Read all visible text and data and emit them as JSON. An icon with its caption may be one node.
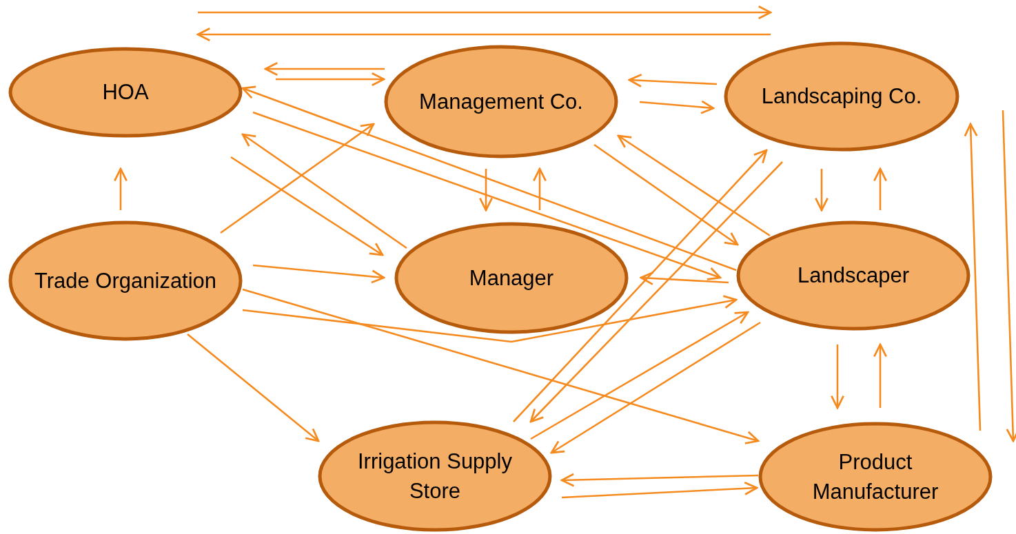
{
  "diagram": {
    "nodes": [
      {
        "text": [
          "HOA"
        ]
      },
      {
        "text": [
          "Management Co."
        ]
      },
      {
        "text": [
          "Landscaping Co."
        ]
      },
      {
        "text": [
          "Trade Organization"
        ]
      },
      {
        "text": [
          "Manager"
        ]
      },
      {
        "text": [
          "Landscaper"
        ]
      },
      {
        "text": [
          "Irrigation Supply Store"
        ]
      },
      {
        "text": [
          "Product Manufacturer"
        ]
      }
    ],
    "edges": [
      {
        "from": 0,
        "to": 2,
        "arrow": "to"
      },
      {
        "from": 2,
        "to": 0,
        "arrow": "to"
      },
      {
        "from": 1,
        "to": 0,
        "arrow": "to"
      },
      {
        "from": 0,
        "to": 1,
        "arrow": "to"
      },
      {
        "from": 2,
        "to": 1,
        "arrow": "to"
      },
      {
        "from": 1,
        "to": 2,
        "arrow": "to"
      },
      {
        "from": 5,
        "to": 0,
        "arrow": "to"
      },
      {
        "from": 0,
        "to": 5,
        "arrow": "to"
      },
      {
        "from": 4,
        "to": 0,
        "arrow": "to"
      },
      {
        "from": 0,
        "to": 4,
        "arrow": "to"
      },
      {
        "from": 3,
        "to": 0,
        "arrow": "to"
      },
      {
        "from": 3,
        "to": 1,
        "arrow": "to"
      },
      {
        "from": 3,
        "to": 4,
        "arrow": "to"
      },
      {
        "from": 3,
        "to": 5,
        "arrow": "to"
      },
      {
        "from": 3,
        "to": 7,
        "arrow": "to"
      },
      {
        "from": 3,
        "to": 6,
        "arrow": "to"
      },
      {
        "from": 1,
        "to": 4,
        "arrow": "to"
      },
      {
        "from": 4,
        "to": 1,
        "arrow": "to"
      },
      {
        "from": 1,
        "to": 5,
        "arrow": "to"
      },
      {
        "from": 5,
        "to": 1,
        "arrow": "to"
      },
      {
        "from": 5,
        "to": 4,
        "arrow": "to"
      },
      {
        "from": 2,
        "to": 5,
        "arrow": "to"
      },
      {
        "from": 5,
        "to": 2,
        "arrow": "to"
      },
      {
        "from": 6,
        "to": 2,
        "arrow": "to"
      },
      {
        "from": 2,
        "to": 6,
        "arrow": "to"
      },
      {
        "from": 6,
        "to": 5,
        "arrow": "to"
      },
      {
        "from": 5,
        "to": 6,
        "arrow": "to"
      },
      {
        "from": 5,
        "to": 7,
        "arrow": "to"
      },
      {
        "from": 7,
        "to": 5,
        "arrow": "to"
      },
      {
        "from": 7,
        "to": 2,
        "arrow": "to"
      },
      {
        "from": 2,
        "to": 7,
        "arrow": "to"
      },
      {
        "from": 7,
        "to": 6,
        "arrow": "to"
      },
      {
        "from": 6,
        "to": 7,
        "arrow": "to"
      }
    ]
  }
}
